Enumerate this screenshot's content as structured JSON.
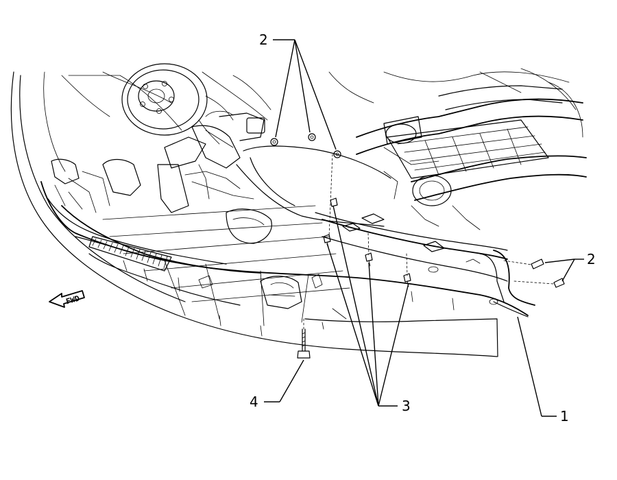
{
  "diagram": {
    "direction_label": "FWD",
    "callouts": [
      {
        "id": "c2-top",
        "text": "2"
      },
      {
        "id": "c2-right",
        "text": "2"
      },
      {
        "id": "c3",
        "text": "3"
      },
      {
        "id": "c4",
        "text": "4"
      },
      {
        "id": "c1",
        "text": "1"
      }
    ]
  }
}
